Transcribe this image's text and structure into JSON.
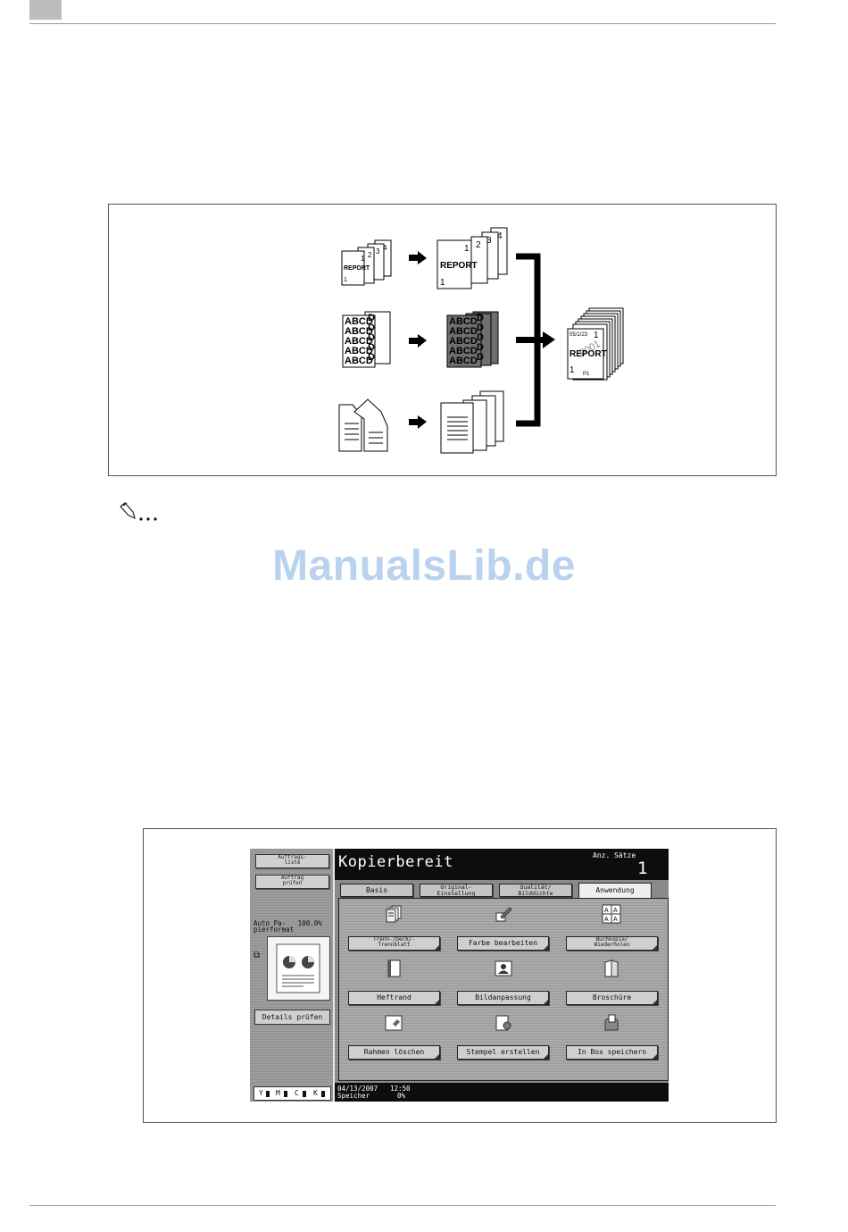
{
  "watermark": "ManualsLib.de",
  "figure1": {
    "report_word": "REPORT",
    "abcd_word": "ABCD",
    "page_numbers": [
      "1",
      "2",
      "3",
      "4"
    ],
    "result_date": "05/1/23",
    "result_page": "P1",
    "result_stamp": "0001"
  },
  "copier": {
    "left_panel": {
      "job_list_label": "Auftrags-\nliste",
      "check_job_label": "Auftrag\nprüfen",
      "info_text": "Auto Pa-   100.0%\npierformat",
      "details_label": "Details prüfen",
      "toner_labels": [
        "Y",
        "M",
        "C",
        "K"
      ]
    },
    "title": "Kopierbereit",
    "sets_label": "Anz. Sätze",
    "sets_value": "1",
    "tabs": [
      {
        "label": "Basis"
      },
      {
        "label": "Original-\nEinstellung"
      },
      {
        "label": "Qualität/\nBilddichte"
      },
      {
        "label": "Anwendung"
      }
    ],
    "functions": [
      {
        "label": "Trenn-/Deck/-\nTrennblatt",
        "icon": "cover-sheets-icon"
      },
      {
        "label": "Farbe bearbeiten",
        "icon": "color-edit-icon"
      },
      {
        "label": "Buchkopie/\nWiederholen",
        "icon": "repeat-copy-icon"
      },
      {
        "label": "Heftrand",
        "icon": "binding-margin-icon"
      },
      {
        "label": "Bildanpassung",
        "icon": "image-adjust-icon"
      },
      {
        "label": "Broschüre",
        "icon": "booklet-icon"
      },
      {
        "label": "Rahmen löschen",
        "icon": "frame-erase-icon"
      },
      {
        "label": "Stempel erstellen",
        "icon": "stamp-icon"
      },
      {
        "label": "In Box speichern",
        "icon": "save-box-icon"
      }
    ],
    "status": {
      "date": "04/13/2007",
      "time": "12:50",
      "memory_label": "Speicher",
      "memory_value": "0%"
    },
    "toner_levels": [
      0.8,
      0.8,
      0.8,
      0.8
    ]
  }
}
